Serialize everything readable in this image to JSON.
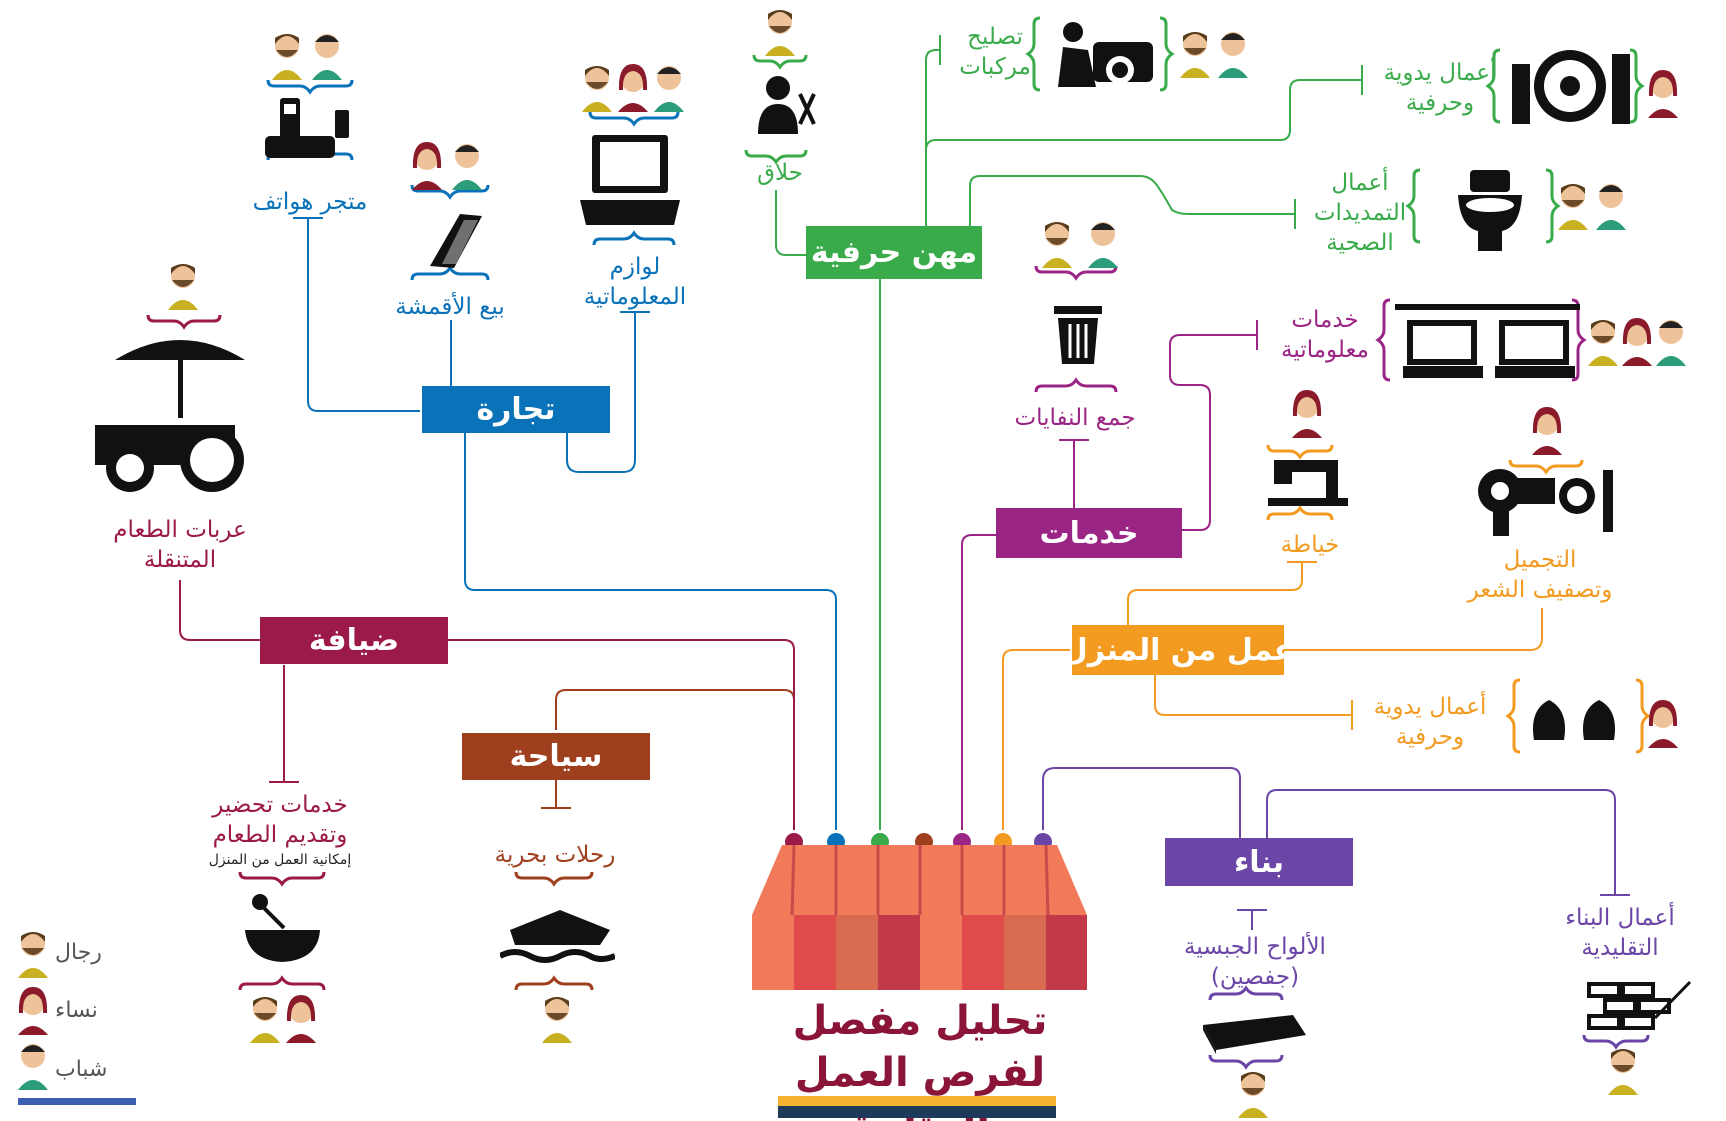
{
  "title": {
    "line1": "تحليل مفصل",
    "line2": "لفرص العمل المتاحة"
  },
  "categories": {
    "tourism": "سياحة",
    "hospitality": "ضيافة",
    "trade": "تجارة",
    "crafts": "مهن حرفية",
    "services": "خدمات",
    "home_work": "عمل من المنزل",
    "construction": "بناء"
  },
  "jobs": {
    "phone_store": "متجر هواتف",
    "fabric_1": "بيع",
    "fabric_2": "الأقمشة",
    "it_supplies_1": "لوازم",
    "it_supplies_2": "المعلوماتية",
    "food_carts_1": "عربات الطعام",
    "food_carts_2": "المتنقلة",
    "food_service_1": "خدمات تحضير",
    "food_service_2": "وتقديم الطعام",
    "food_service_note": "إمكانية العمل من المنزل",
    "boat_trips": "رحلات بحرية",
    "barber": "حلاق",
    "vehicle_repair_1": "تصليح",
    "vehicle_repair_2": "مركبات",
    "handicrafts_1": "أعمال يدوية",
    "handicrafts_2": "وحرفية",
    "plumbing_1": "أعمال",
    "plumbing_2": "التمديدات",
    "plumbing_3": "الصحية",
    "waste": "جمع النفايات",
    "it_services_1": "خدمات",
    "it_services_2": "معلوماتية",
    "sewing": "خياطة",
    "beauty_1": "التجميل",
    "beauty_2": "وتصفيف الشعر",
    "home_crafts_1": "أعمال يدوية",
    "home_crafts_2": "وحرفية",
    "gypsum_1": "الألواح الجبسية",
    "gypsum_2": "(جفصين)",
    "traditional_1": "أعمال البناء",
    "traditional_2": "التقليدية"
  },
  "legend": {
    "men": "رجال",
    "women": "نساء",
    "youth": "شباب"
  },
  "colors": {
    "tourism": "#9e3f1e",
    "hospitality": "#9b1a4a",
    "trade": "#0a72b8",
    "crafts": "#3aab4a",
    "services": "#9a2584",
    "home_work": "#f39a20",
    "construction": "#6c46a6",
    "title": "#8b1538"
  }
}
